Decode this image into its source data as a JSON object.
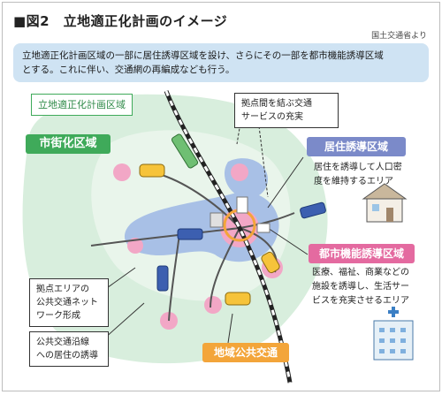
{
  "header": {
    "title": "■図2　立地適正化計画のイメージ",
    "source": "国土交通省より"
  },
  "description": {
    "line1": "立地適正化計画区域の一部に居住誘導区域を設け、さらにその一部を都市機能誘導区域",
    "line2": "とする。これに伴い、交通網の再編成なども行う。"
  },
  "labels": {
    "planning_area": "立地適正化計画区域",
    "urbanization_area": "市街化区域",
    "hub_connection_line1": "拠点間を結ぶ交通",
    "hub_connection_line2": "サービスの充実",
    "residential_title": "居住誘導区域",
    "residential_desc_line1": "居住を誘導して人口密",
    "residential_desc_line2": "度を維持するエリア",
    "urban_function_title": "都市機能誘導区域",
    "urban_function_desc_line1": "医療、福祉、商業などの",
    "urban_function_desc_line2": "施設を誘導し、生活サー",
    "urban_function_desc_line3": "ビスを充実させるエリア",
    "hub_transit_line1": "拠点エリアの",
    "hub_transit_line2": "公共交通ネット",
    "hub_transit_line3": "ワーク形成",
    "transit_residence_line1": "公共交通沿線",
    "transit_residence_line2": "への居住の誘導",
    "regional_transit": "地域公共交通"
  },
  "colors": {
    "green": "#3faa5a",
    "planning_green": "#d8eedd",
    "blue_zone": "#a8c0e6",
    "pink_zone": "#f2a7c6",
    "residential_purple": "#7b8ac9",
    "urban_pink": "#e46aa0",
    "orange": "#f3a53a"
  }
}
